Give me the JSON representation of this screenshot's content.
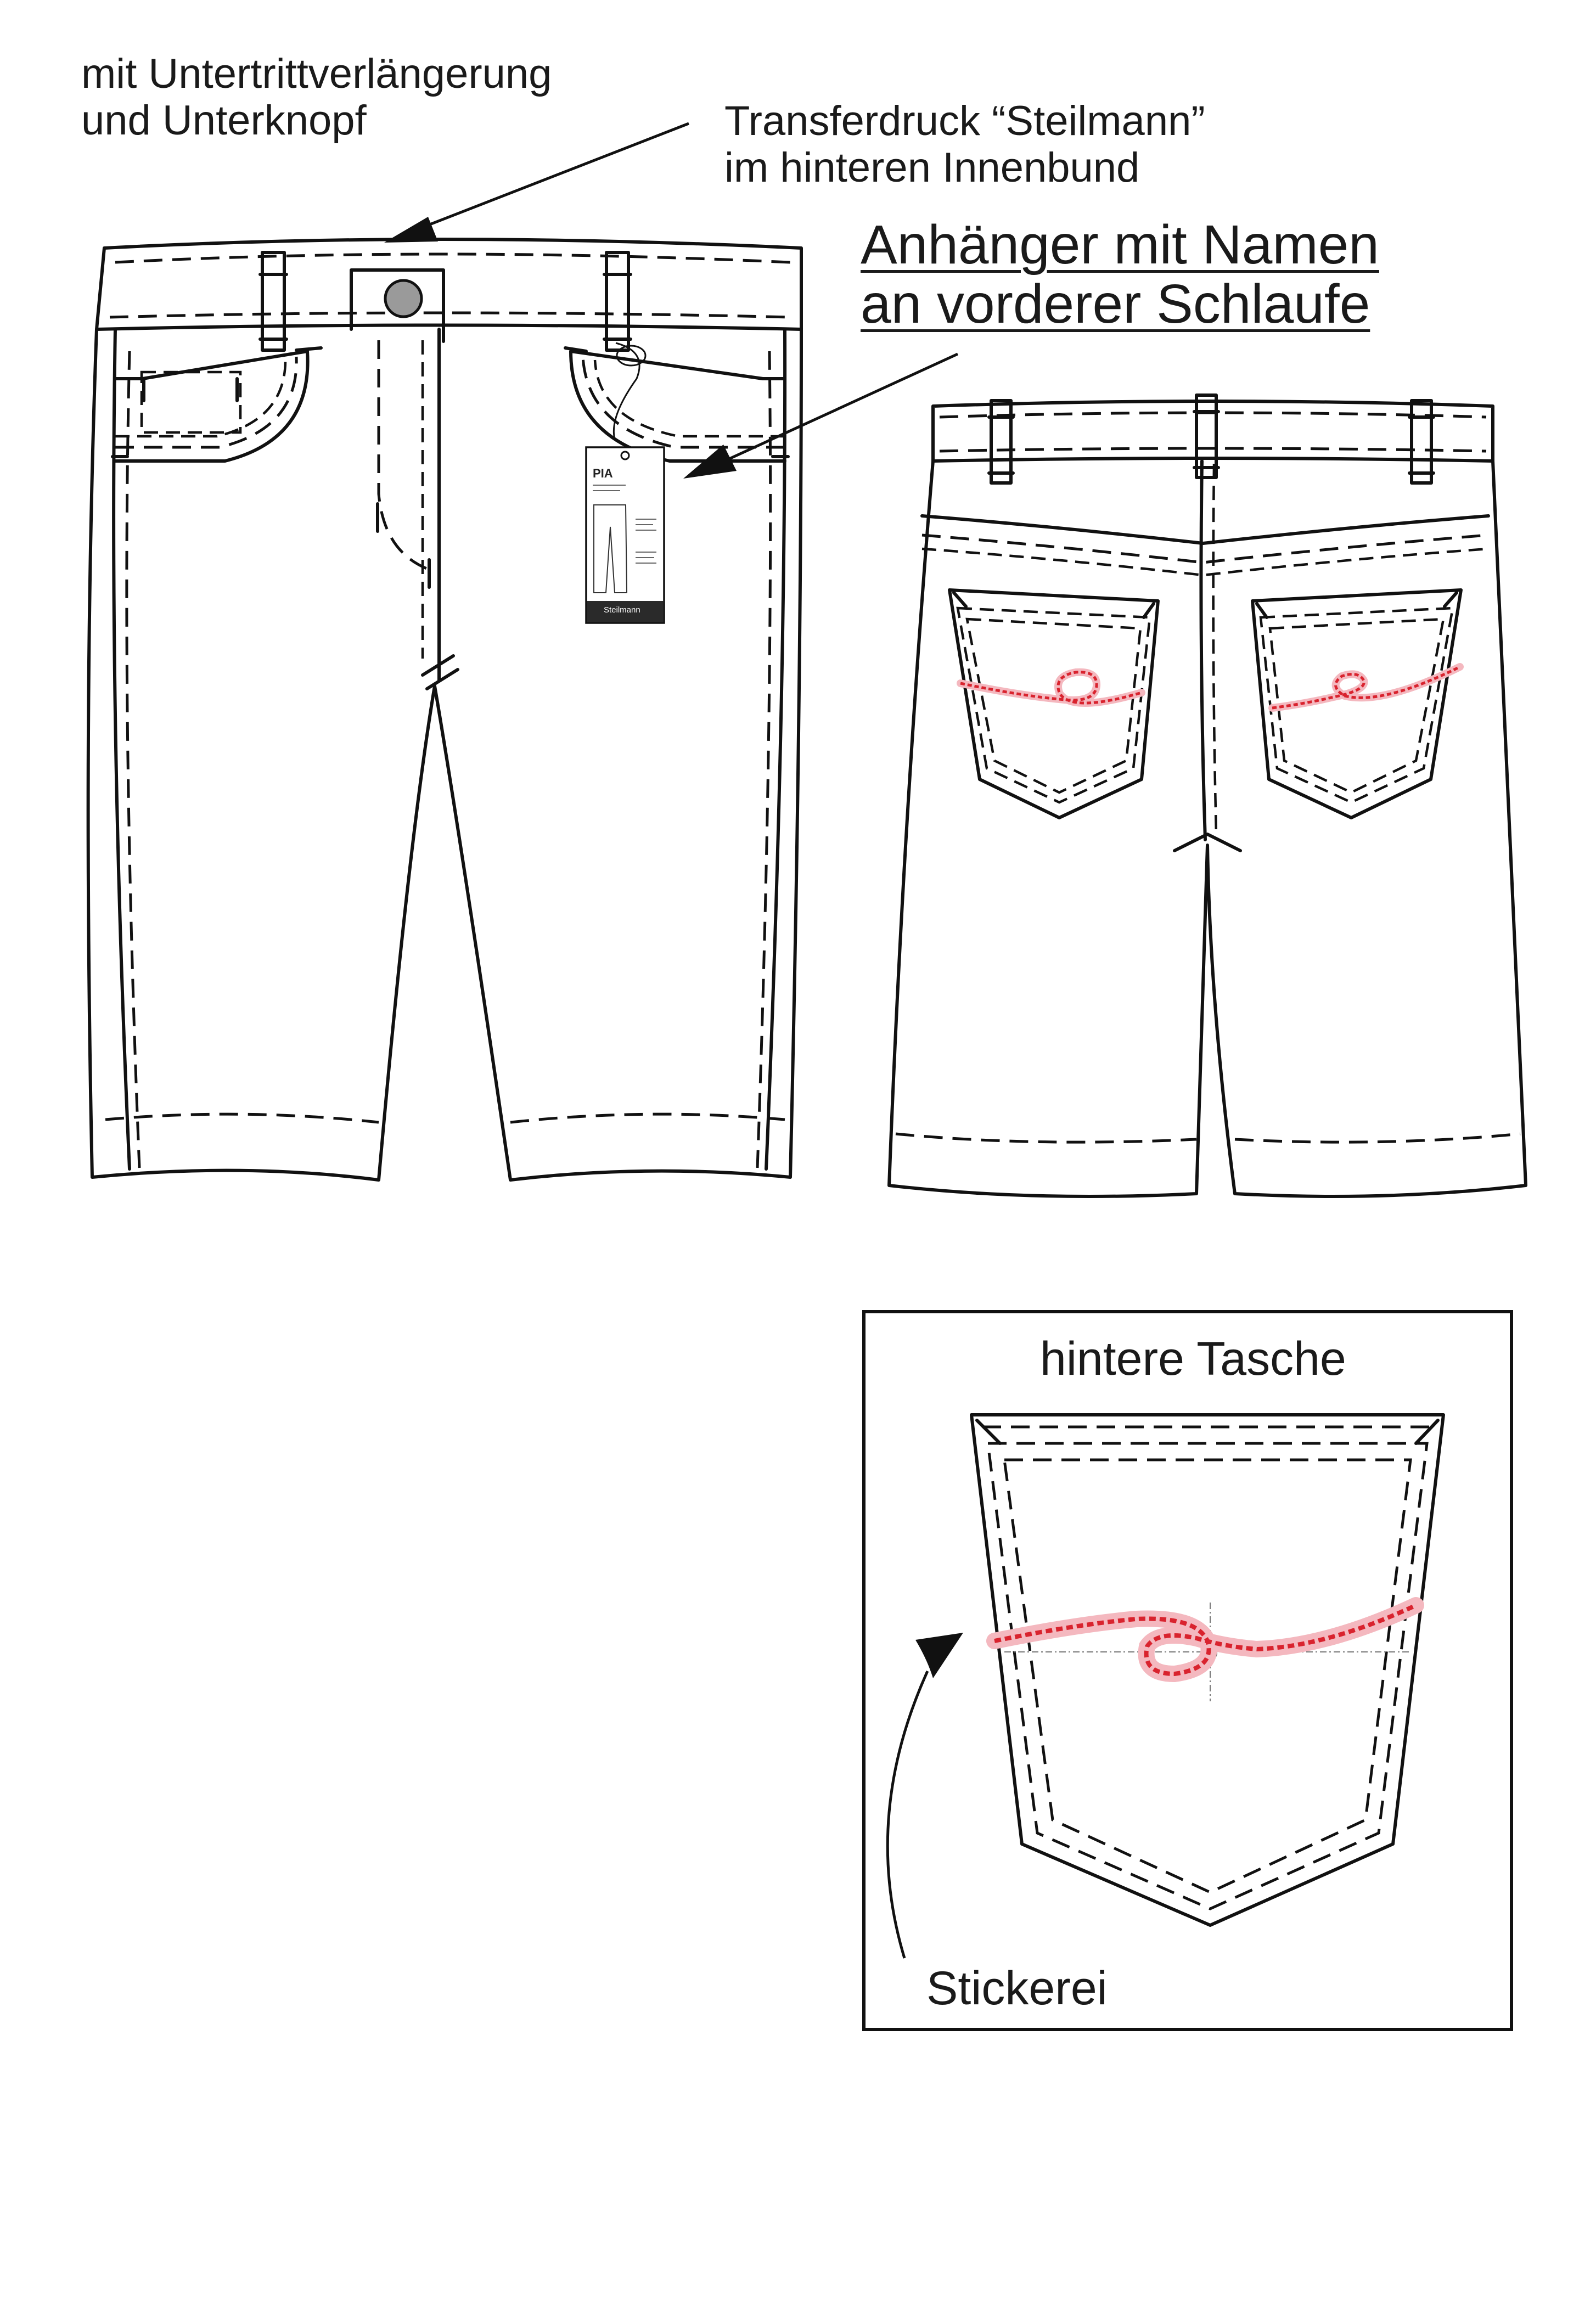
{
  "annotations": {
    "underlap": "mit Untertrittverlängerung",
    "underlap_line2": "und Unterknopf",
    "transfer_print": "Transferdruck “Steilmann”",
    "transfer_print_line2": "im hinteren Innenbund",
    "tag_note": "Anhänger mit Namen",
    "tag_note_line2": "an vorderer Schlaufe",
    "back_pocket_title": "hintere Tasche",
    "embroidery": "Stickerei"
  },
  "hang_tag": {
    "name": "PIA",
    "brand": "Steilmann"
  },
  "colors": {
    "line": "#111111",
    "button": "#9a9a9a",
    "embroidery": "#d9232e",
    "embroidery_glow": "#f4b8bf",
    "tag_footer": "#2a2a2a"
  }
}
